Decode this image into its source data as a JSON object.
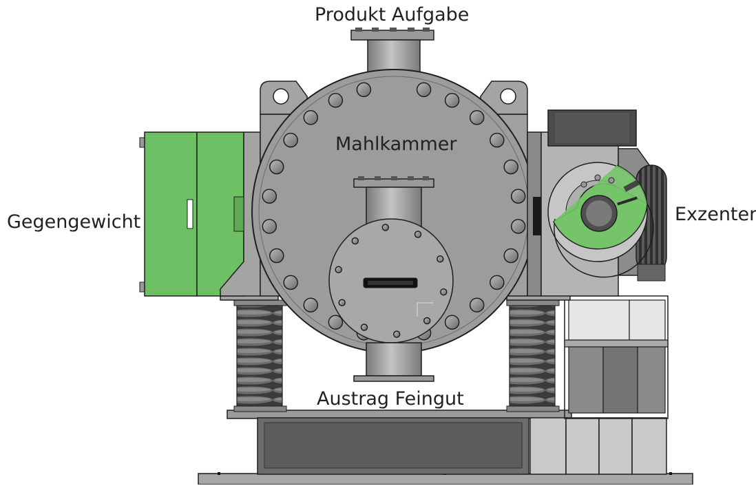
{
  "labels": {
    "product_feed": "Produkt Aufgabe",
    "grinding_chamber": "Mahlkammer",
    "counterweight": "Gegengewicht",
    "eccentric": "Exzenter",
    "fine_discharge": "Austrag Feingut"
  },
  "colors": {
    "machine_grey": "#8e8e8e",
    "machine_light": "#b0b0b0",
    "machine_dark": "#4a4a4a",
    "outline": "#1e1e1e",
    "counterweight_green": "#6ec064",
    "eccentric_green": "#76c46a",
    "background": "#ffffff"
  },
  "icons": {
    "bolt": "bolt-circle-icon"
  }
}
